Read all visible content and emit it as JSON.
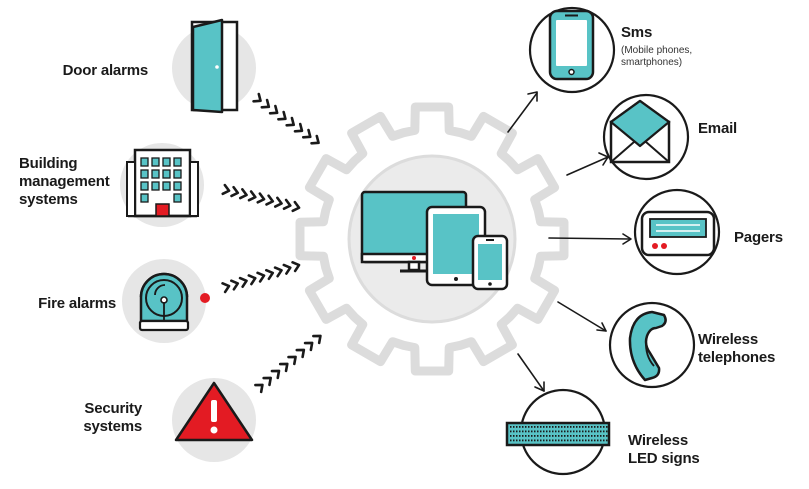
{
  "colors": {
    "accent": "#58c3c6",
    "outline": "#1a1a1a",
    "circle": "#e6e6e6",
    "gear": "#dcdcdc",
    "alert": "#e31b23"
  },
  "inputs": [
    {
      "label": "Door alarms",
      "icon": "door-icon"
    },
    {
      "label": "Building management systems",
      "icon": "building-icon"
    },
    {
      "label": "Fire alarms",
      "icon": "fire-bell-icon"
    },
    {
      "label": "Security systems",
      "icon": "warning-triangle-icon"
    }
  ],
  "center": {
    "icon": "devices-icon"
  },
  "outputs": [
    {
      "label": "Sms",
      "sublabel": "(Mobile phones, smartphones)",
      "icon": "mobile-phone-icon"
    },
    {
      "label": "Email",
      "icon": "envelope-icon"
    },
    {
      "label": "Pagers",
      "icon": "pager-icon"
    },
    {
      "label": "Wireless telephones",
      "icon": "telephone-handset-icon"
    },
    {
      "label": "Wireless LED signs",
      "icon": "led-sign-icon"
    }
  ]
}
